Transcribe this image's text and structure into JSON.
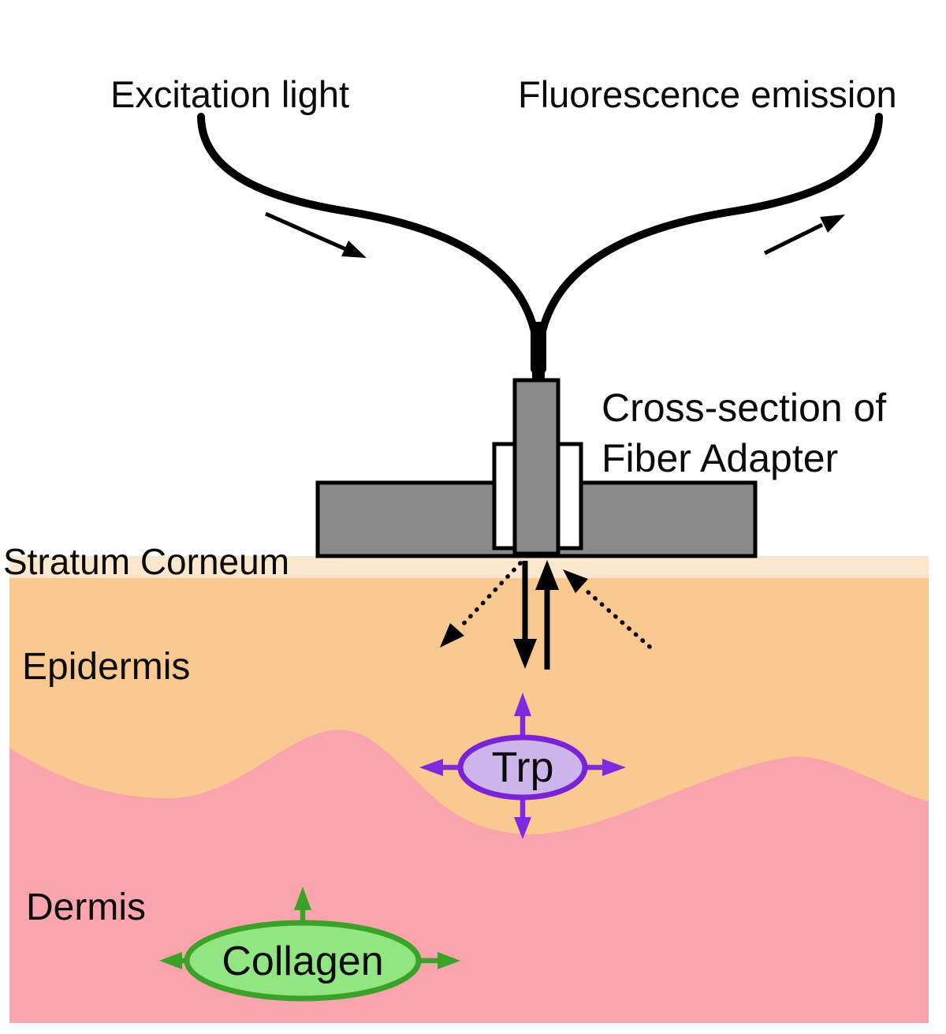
{
  "figure": {
    "description": "Cross-section diagram of a fiber adapter delivering excitation light into skin layers and collecting fluorescence emission",
    "labels": {
      "excitation": "Excitation light",
      "fluorescence": "Fluorescence emission",
      "cross_section_line1": "Cross-section of",
      "cross_section_line2": "Fiber Adapter",
      "stratum_corneum": "Stratum Corneum",
      "epidermis": "Epidermis",
      "dermis": "Dermis",
      "trp": "Trp",
      "collagen": "Collagen"
    },
    "colors": {
      "background": "#ffffff",
      "fiber_black": "#000000",
      "adapter_gray": "#8a8a8a",
      "adapter_outline": "#000000",
      "slot_white": "#ffffff",
      "stratum_corneum": "#fbe7ce",
      "epidermis": "#fac992",
      "dermis": "#faa5ad",
      "label_black": "#0b0b0b",
      "trp_fill": "#cdb5eb",
      "trp_stroke": "#7a22d8",
      "trp_arrow": "#7d2ae0",
      "collagen_fill": "#92e583",
      "collagen_stroke": "#3aa228",
      "collagen_arrow": "#3aa228",
      "annotation_arrow": "#000000"
    }
  }
}
